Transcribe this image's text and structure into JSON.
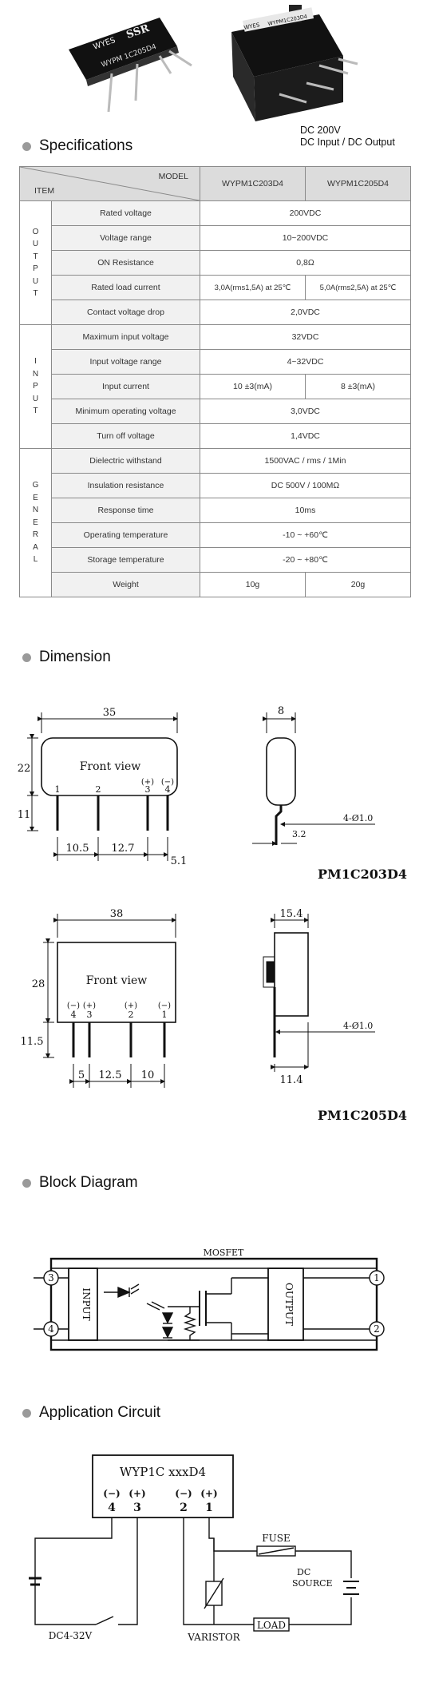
{
  "photo": {
    "logo_left": "WYES",
    "label_ssr": "SSR",
    "part_left": "WYPM 1C205D4",
    "logo_right": "WYES",
    "part_right": "WYPM1C203D4",
    "caption_line1": "DC 200V",
    "caption_line2": "DC Input / DC Output"
  },
  "sections": {
    "specifications": "Specifications",
    "dimension": "Dimension",
    "block_diagram": "Block Diagram",
    "application_circuit": "Application Circuit"
  },
  "spec_table": {
    "header_model": "MODEL",
    "header_item": "ITEM",
    "models": [
      "WYPM1C203D4",
      "WYPM1C205D4"
    ],
    "group_output": [
      "O",
      "U",
      "T",
      "P",
      "U",
      "T"
    ],
    "group_input": [
      "I",
      "N",
      "P",
      "U",
      "T"
    ],
    "group_general": [
      "G",
      "E",
      "N",
      "E",
      "R",
      "A",
      "L"
    ],
    "rows": {
      "rated_voltage": {
        "label": "Rated voltage",
        "value": "200VDC"
      },
      "voltage_range": {
        "label": "Voltage range",
        "value": "10~200VDC"
      },
      "on_resistance": {
        "label": "ON Resistance",
        "value": "0,8Ω"
      },
      "rated_load_current": {
        "label": "Rated load current",
        "v1": "3,0A(rms1,5A) at 25℃",
        "v2": "5,0A(rms2,5A) at 25℃"
      },
      "contact_voltage_drop": {
        "label": "Contact voltage drop",
        "value": "2,0VDC"
      },
      "max_input_voltage": {
        "label": "Maximum input voltage",
        "value": "32VDC"
      },
      "input_voltage_range": {
        "label": "Input voltage range",
        "value": "4~32VDC"
      },
      "input_current": {
        "label": "Input current",
        "v1": "10 ±3(mA)",
        "v2": "8 ±3(mA)"
      },
      "min_operating_voltage": {
        "label": "Minimum operating voltage",
        "value": "3,0VDC"
      },
      "turn_off_voltage": {
        "label": "Turn off voltage",
        "value": "1,4VDC"
      },
      "dielectric_withstand": {
        "label": "Dielectric withstand",
        "value": "1500VAC / rms / 1Min"
      },
      "insulation_resistance": {
        "label": "Insulation resistance",
        "value": "DC 500V / 100MΩ"
      },
      "response_time": {
        "label": "Response time",
        "value": "10ms"
      },
      "operating_temperature": {
        "label": "Operating temperature",
        "value": "-10 ~ +60℃"
      },
      "storage_temperature": {
        "label": "Storage temperature",
        "value": "-20 ~ +80℃"
      },
      "weight": {
        "label": "Weight",
        "v1": "10g",
        "v2": "20g"
      }
    }
  },
  "dim1": {
    "width": "35",
    "height": "22",
    "pin_len": "11",
    "view": "Front view",
    "pins": [
      "1",
      "2",
      "3",
      "4"
    ],
    "pol3": "(+)",
    "pol4": "(−)",
    "s1": "10.5",
    "s2": "12.7",
    "s3": "5.1",
    "side_w": "8",
    "pin_dia": "4-Ø1.0",
    "side_off": "3.2",
    "model": "PM1C203D4"
  },
  "dim2": {
    "width": "38",
    "height": "28",
    "pin_len": "11.5",
    "view": "Front view",
    "pol": [
      "(−)",
      "(+)",
      "(+)",
      "(−)"
    ],
    "pins": [
      "4",
      "3",
      "2",
      "1"
    ],
    "s1": "5",
    "s2": "12.5",
    "s3": "10",
    "side_w": "15.4",
    "pin_dia": "4-Ø1.0",
    "side_off": "11.4",
    "model": "PM1C205D4"
  },
  "block": {
    "mosfet": "MOSFET",
    "input": "INPUT",
    "output": "OUTPUT",
    "n3": "3",
    "n4": "4",
    "n1": "1",
    "n2": "2"
  },
  "app": {
    "device": "WYP1C  xxxD4",
    "pol": [
      "(−)",
      "(+)",
      "(−)",
      "(+)"
    ],
    "pins": [
      "4",
      "3",
      "2",
      "1"
    ],
    "fuse": "FUSE",
    "dc": "DC",
    "source": "SOURCE",
    "load": "LOAD",
    "varistor": "VARISTOR",
    "input": "DC4-32V"
  }
}
